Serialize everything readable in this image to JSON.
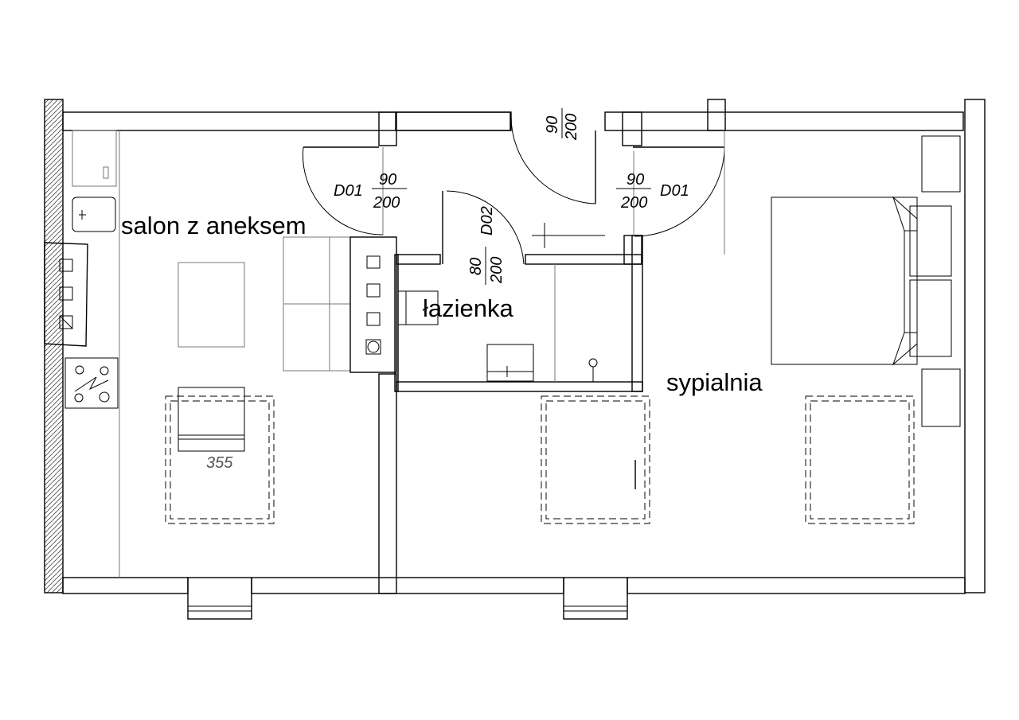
{
  "rooms": {
    "living": "salon z aneksem",
    "bathroom": "łazienka",
    "bedroom": "sypialnia"
  },
  "doors": {
    "d1_left": {
      "code": "D01",
      "width": "90",
      "height": "200"
    },
    "d1_right": {
      "code": "D01",
      "width": "90",
      "height": "200"
    },
    "d2": {
      "code": "D02",
      "width": "80",
      "height": "200"
    },
    "entrance": {
      "width": "90",
      "height": "200"
    }
  },
  "dimension_label": "355"
}
